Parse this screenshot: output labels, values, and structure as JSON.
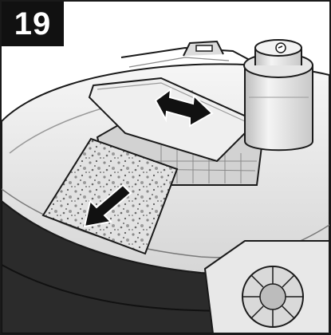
{
  "step": {
    "number": "19"
  },
  "illustration": {
    "subject": "vacuum-cleaner-filter-removal",
    "arrows": [
      "arrow-lift-cover",
      "arrow-remove-filter"
    ],
    "colors": {
      "body_light": "#eeeeee",
      "body_shadow": "#cfcfcf",
      "base_dark": "#2b2b2b",
      "outline": "#1a1a1a",
      "filter": "#d9d9d9",
      "badge": "#111111"
    }
  }
}
